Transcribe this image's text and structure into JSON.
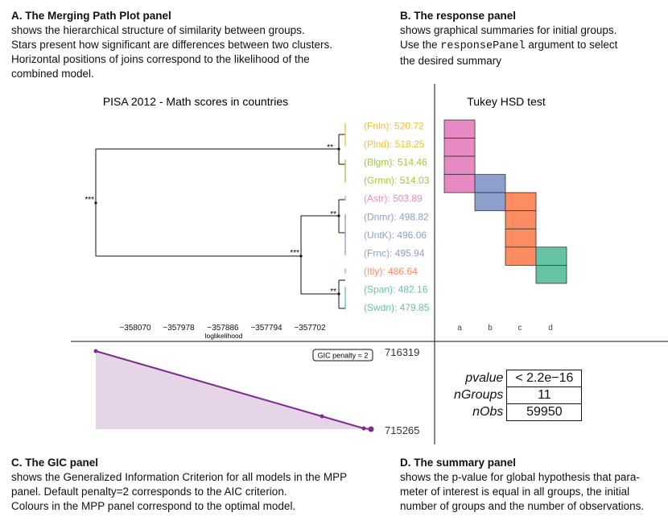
{
  "captions": {
    "a": {
      "title": "A. The Merging Path Plot panel",
      "lines": [
        "shows the hierarchical structure of similarity between groups.",
        "Stars present how significant are differences between two clusters.",
        "Horizontal positions of joins correspond to the likelihood of the",
        "combined model."
      ]
    },
    "b": {
      "title": "B. The response panel",
      "line1": "shows graphical summaries for initial groups.",
      "line2_pre": "Use the ",
      "line2_code": "responsePanel",
      "line2_post": " argument to select",
      "line3": "the desired summary"
    },
    "c": {
      "title": "C. The GIC panel",
      "lines": [
        "shows the Generalized Information Criterion for all models in the MPP",
        "panel. Default penalty=2 corresponds to the AIC criterion.",
        "Colours in the MPP panel correspond to the optimal model."
      ]
    },
    "d": {
      "title": "D. The summary panel",
      "lines": [
        "shows the p-value for global hypothesis that para-",
        "meter of interest is equal in all groups, the initial",
        "number of groups and the number of observations."
      ]
    }
  },
  "mpp": {
    "title": "PISA 2012 - Math scores in countries",
    "xlabel": "loglikelihood",
    "xticks": [
      "−358070",
      "−357978",
      "−357886",
      "−357794",
      "−357702"
    ],
    "groups": [
      {
        "label": "(Fnln): 520.72",
        "color": "#f2c12e"
      },
      {
        "label": "(Plnd): 518.25",
        "color": "#f2c12e"
      },
      {
        "label": "(Blgm): 514.46",
        "color": "#9acd32"
      },
      {
        "label": "(Grmn): 514.03",
        "color": "#9acd32"
      },
      {
        "label": "(Astr): 503.89",
        "color": "#e78ac3"
      },
      {
        "label": "(Dnmr): 498.82",
        "color": "#8da0cb"
      },
      {
        "label": "(UntK): 496.06",
        "color": "#8da0cb"
      },
      {
        "label": "(Frnc): 495.94",
        "color": "#8da0cb"
      },
      {
        "label": "(Itly): 486.64",
        "color": "#fc8d62"
      },
      {
        "label": "(Span): 482.16",
        "color": "#66c2a5"
      },
      {
        "label": "(Swdn): 479.85",
        "color": "#66c2a5"
      }
    ],
    "stars": {
      "top": "**",
      "root": "***",
      "mid": "**",
      "lower": "***",
      "bottom": "**"
    }
  },
  "tukey": {
    "title": "Tukey HSD test",
    "columns": [
      "a",
      "b",
      "c",
      "d"
    ],
    "colors": [
      "#e78ac3",
      "#8da0cb",
      "#fc8d62",
      "#66c2a5"
    ],
    "cells": [
      [
        0,
        0
      ],
      [
        0,
        1
      ],
      [
        0,
        2
      ],
      [
        0,
        3
      ],
      [
        1,
        3
      ],
      [
        1,
        4
      ],
      [
        2,
        4
      ],
      [
        2,
        5
      ],
      [
        2,
        6
      ],
      [
        2,
        7
      ],
      [
        3,
        7
      ],
      [
        3,
        8
      ]
    ]
  },
  "gic": {
    "badge": "GIC penalty = 2",
    "ymax": "716319",
    "ymin": "715265",
    "line_color": "#7b2d8b",
    "fill_color": "#e6d5e8"
  },
  "summary": {
    "rows": [
      {
        "key": "pvalue",
        "value": "< 2.2e−16"
      },
      {
        "key": "nGroups",
        "value": "11"
      },
      {
        "key": "nObs",
        "value": "59950"
      }
    ]
  }
}
